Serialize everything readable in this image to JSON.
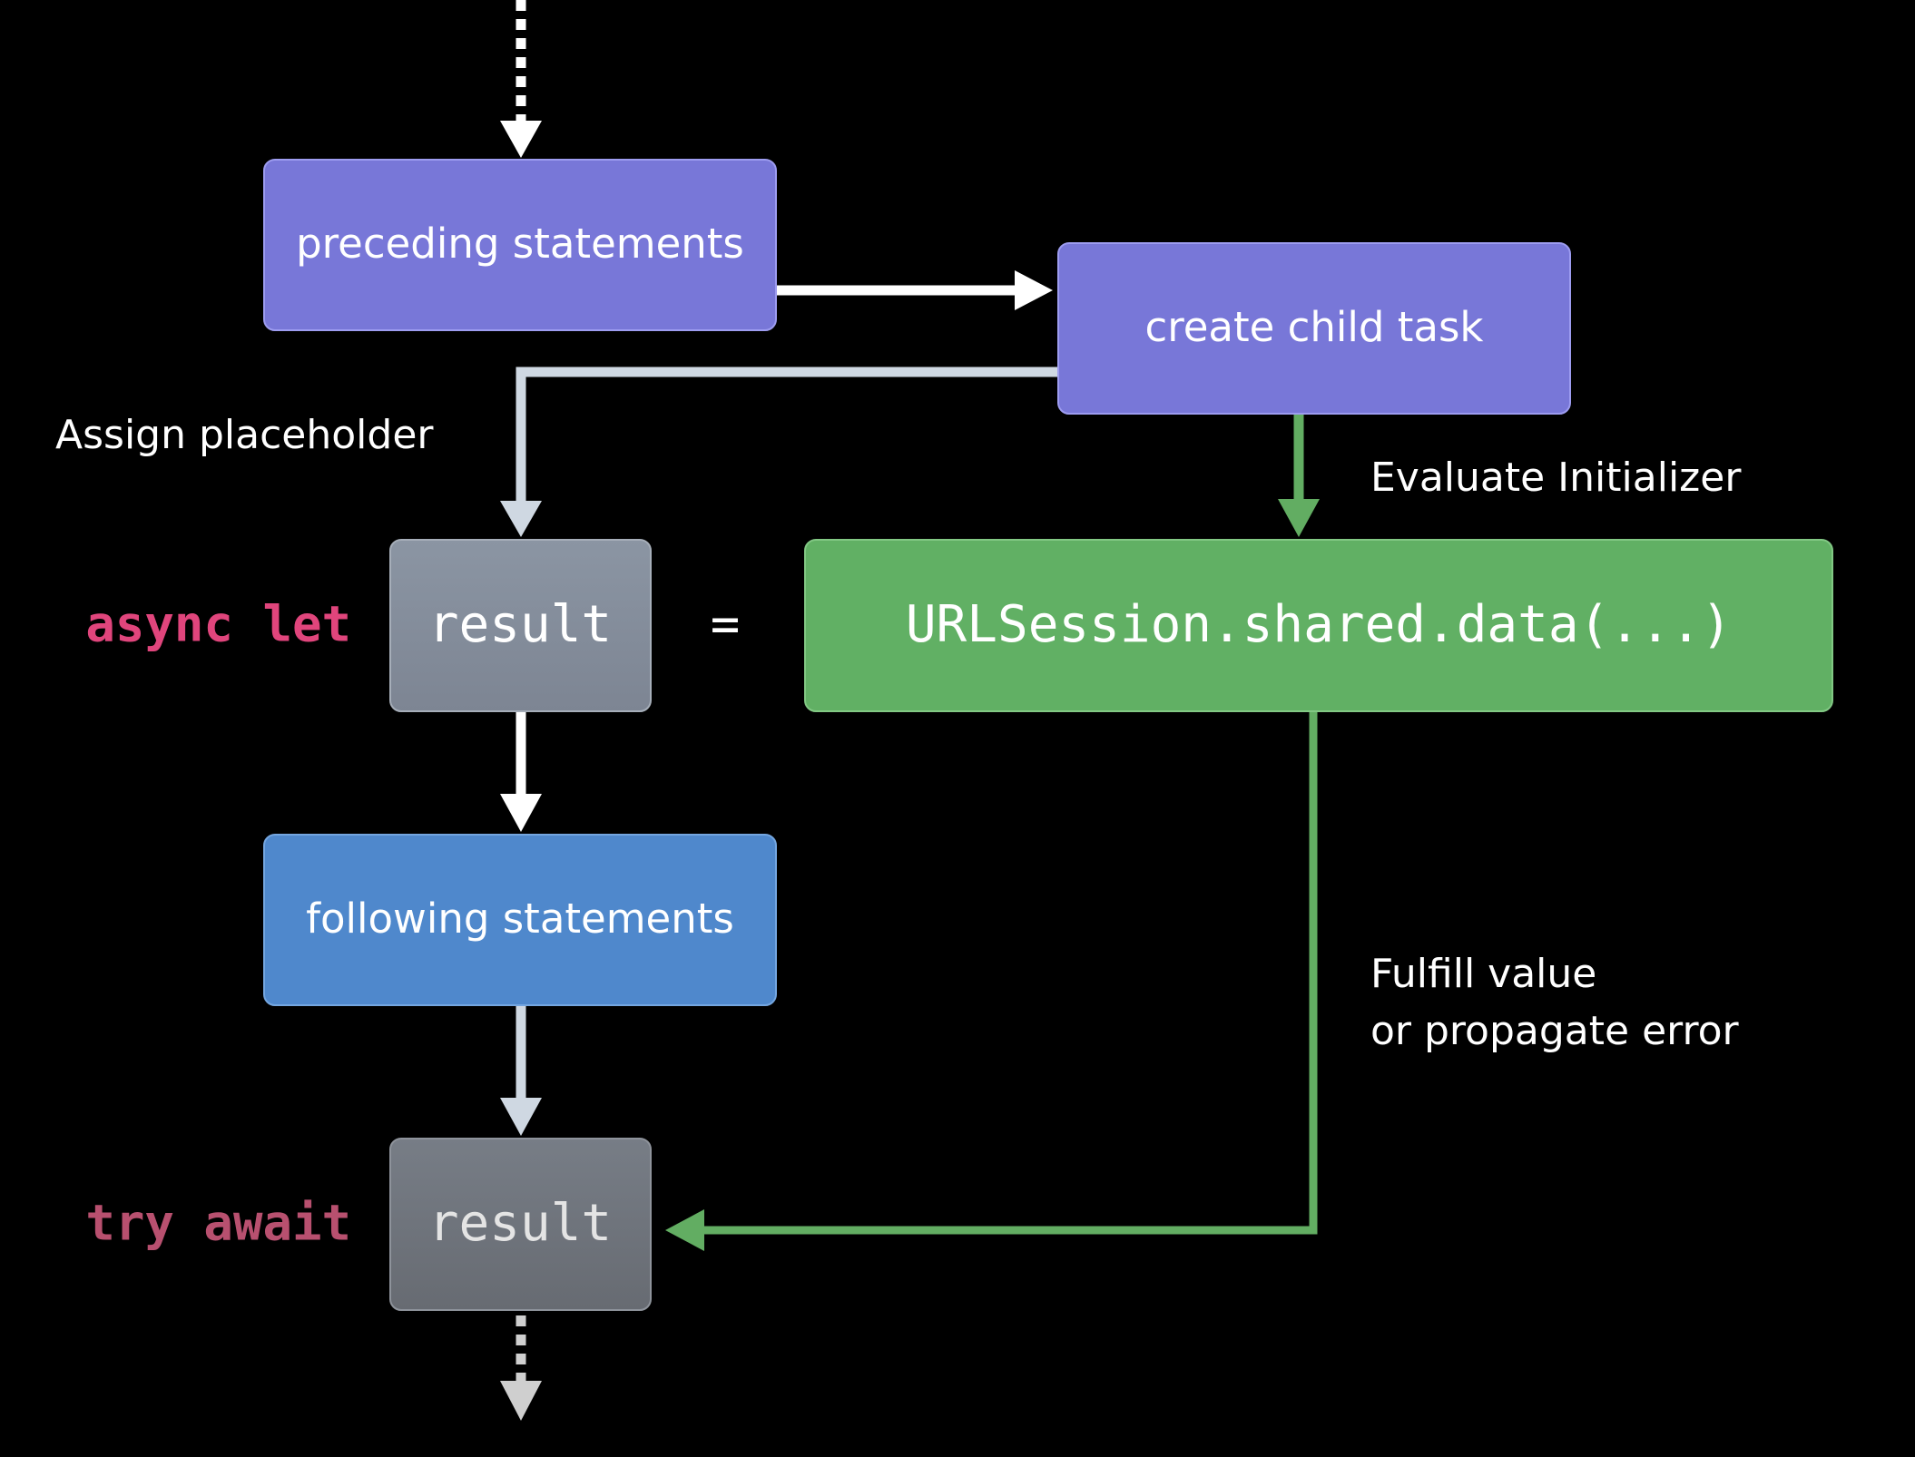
{
  "colors": {
    "background": "#000000",
    "purple_box": "#7877d8",
    "blue_box": "#4f88cc",
    "green_box": "#61b064",
    "green_line": "#62ad62",
    "gray_box_top": "#848e9c",
    "gray_box_bottom": "#6e737c",
    "keyword_async": "#e0457c",
    "keyword_try": "#b8506f",
    "white_line": "#ffffff",
    "light_line": "#cfd8e2",
    "text_light": "#ffffff"
  },
  "nodes": {
    "preceding": {
      "label": "preceding statements"
    },
    "child_task": {
      "label": "create child task"
    },
    "result_top": {
      "label": "result"
    },
    "initializer": {
      "label": "URLSession.shared.data(...)"
    },
    "following": {
      "label": "following statements"
    },
    "result_bottom": {
      "label": "result"
    }
  },
  "code": {
    "async_let": "async let",
    "equals": "=",
    "try_await": "try await"
  },
  "edge_labels": {
    "assign_placeholder": "Assign placeholder",
    "evaluate_initializer": "Evaluate Initializer",
    "fulfill_line1": "Fulfill value",
    "fulfill_line2": "or propagate error"
  }
}
